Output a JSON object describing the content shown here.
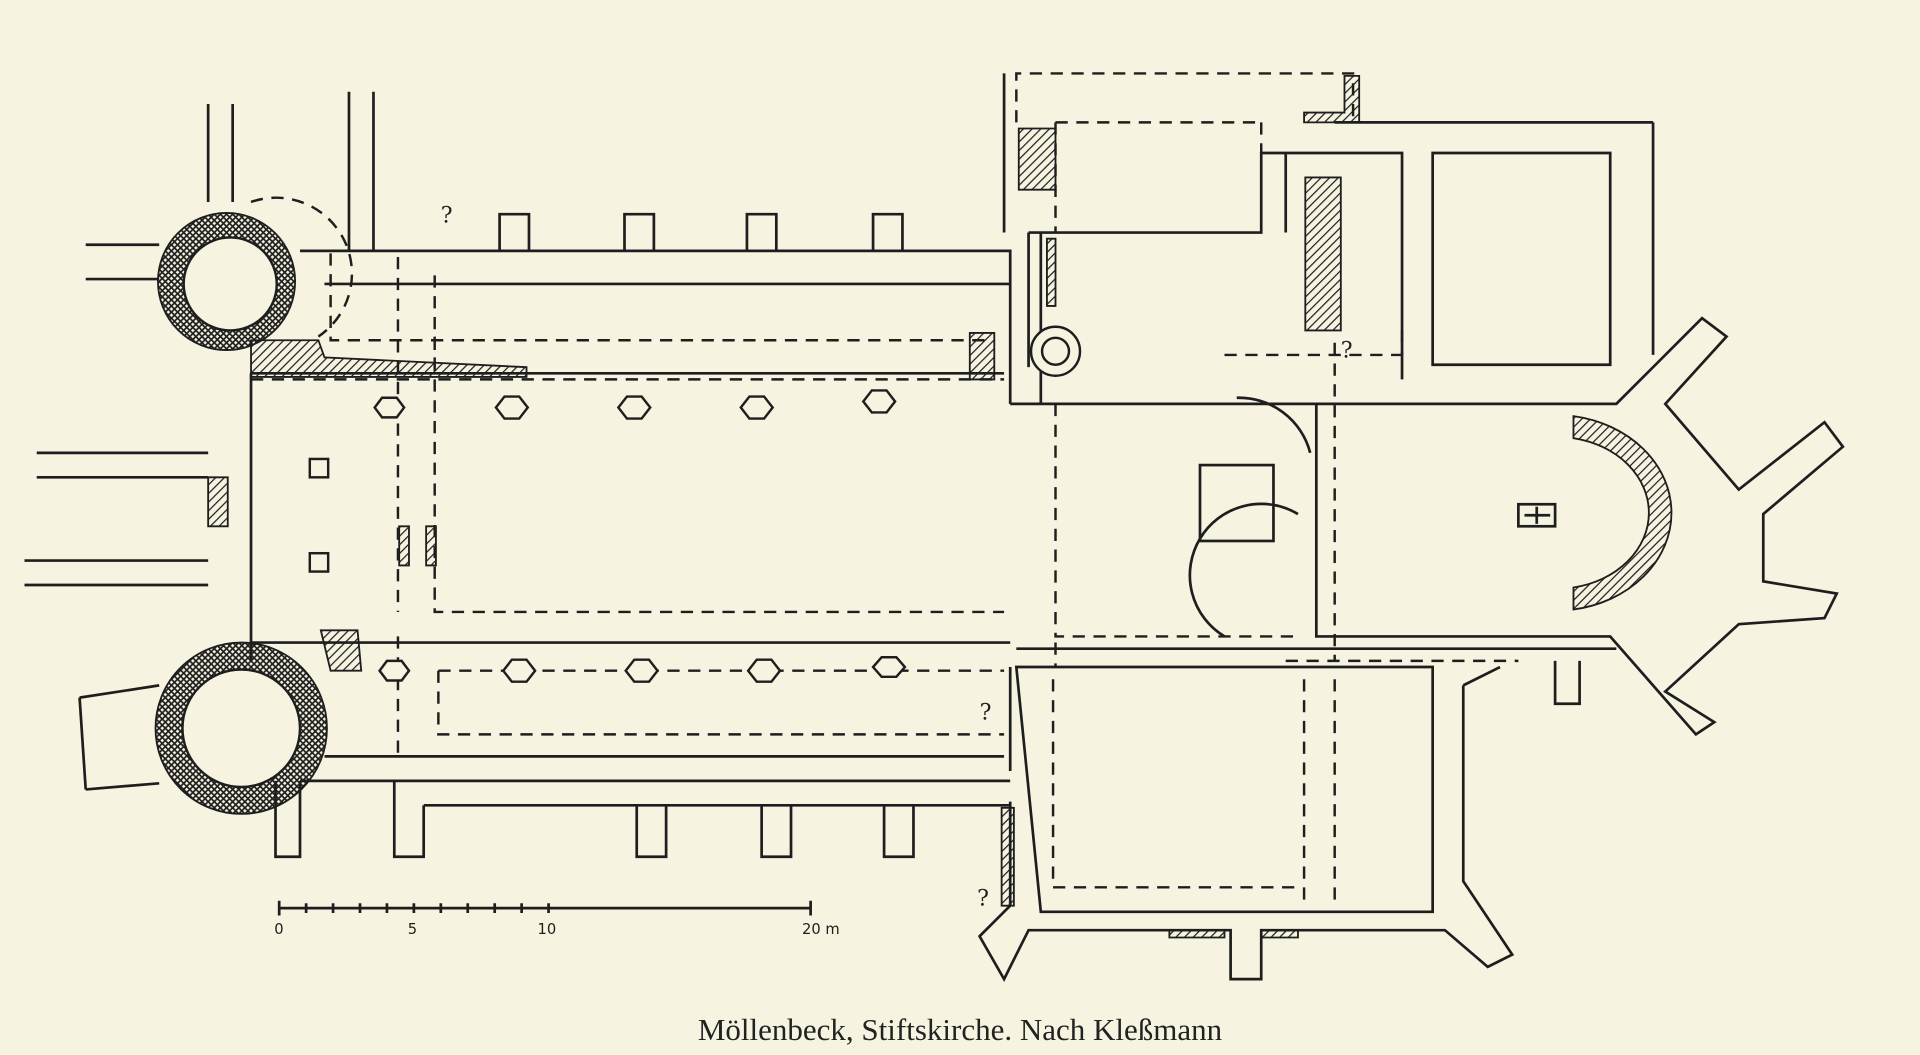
{
  "caption": "Möllenbeck, Stiftskirche. Nach Kleßmann",
  "scale_bar": {
    "labels": [
      "0",
      "5",
      "10",
      "20 m"
    ],
    "max_m": 20
  },
  "uncertain_markers": [
    "?",
    "?",
    "?",
    "?",
    "?"
  ],
  "colors": {
    "paper": "#f6f3e1",
    "ink": "#1e1e1e"
  }
}
